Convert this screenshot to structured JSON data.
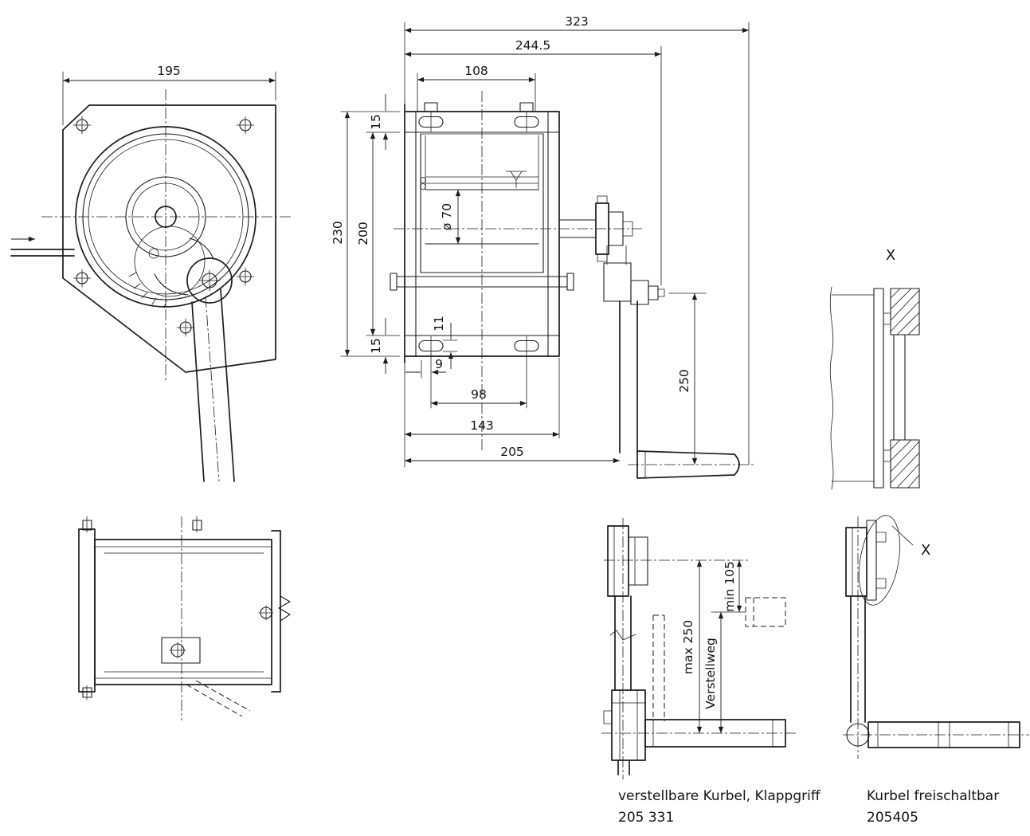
{
  "drawing_colors": {
    "background": "#ffffff",
    "line": "#1c1c1c"
  },
  "front_view": {
    "dim_width": "195"
  },
  "side_view": {
    "dim_overall_width": "323",
    "dim_244_5": "244.5",
    "dim_108": "108",
    "dim_overall_height": "230",
    "dim_inner_height": "200",
    "dim_flange_top": "15",
    "dim_flange_bottom": "15",
    "dim_drum_dia": "ø 70",
    "dim_slot": "11",
    "dim_9": "9",
    "dim_98": "98",
    "dim_143": "143",
    "dim_205": "205",
    "dim_crank_radius": "250"
  },
  "detail_view": {
    "label": "X"
  },
  "crank_adjustable": {
    "dim_max": "max 250",
    "dim_min": "min 105",
    "dim_travel_label": "Verstellweg",
    "caption": "verstellbare Kurbel, Klappgriff",
    "part_number": "205 331"
  },
  "crank_detachable": {
    "detail_ref": "X",
    "caption": "Kurbel freischaltbar",
    "part_number": "205405"
  }
}
